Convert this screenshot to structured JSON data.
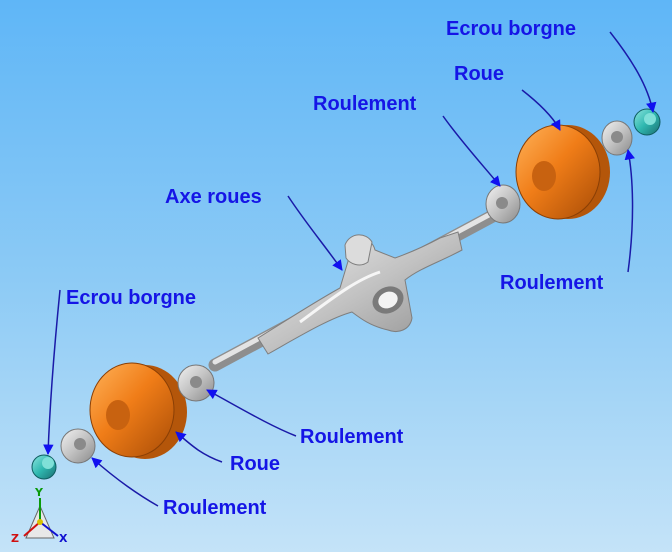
{
  "labels": {
    "ecrou_borgne_right": "Ecrou borgne",
    "roue_right": "Roue",
    "roulement_upper_right": "Roulement",
    "axe_roues": "Axe roues",
    "roulement_lower_right": "Roulement",
    "ecrou_borgne_left": "Ecrou borgne",
    "roulement_center": "Roulement",
    "roue_left": "Roue",
    "roulement_bottom": "Roulement"
  },
  "triad": {
    "y": "Y",
    "z": "Z",
    "x": "X"
  },
  "colors": {
    "label_text": "#1515e6",
    "leader_line": "#1a1aa8",
    "arrow_head": "#1010f0",
    "wheel": "#f07d18",
    "bearing": "#cfcfcf",
    "nut": "#2fb8b0",
    "axle_body": "#b8b8b8",
    "background_top": "#5fb6f7",
    "background_bottom": "#c4e3f8"
  }
}
